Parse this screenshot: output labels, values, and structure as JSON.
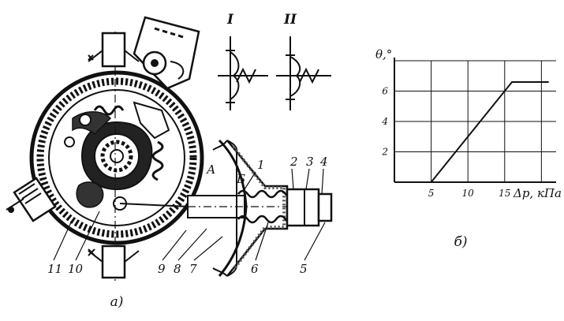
{
  "figure_a": {
    "caption": "а)",
    "positions": [
      "I",
      "II"
    ],
    "zone_labels": {
      "a": "А",
      "b": "Б"
    },
    "part_numbers": {
      "p1": "1",
      "p2": "2",
      "p3": "3",
      "p4": "4",
      "p5": "5",
      "p6": "6",
      "p7": "7",
      "p8": "8",
      "p9": "9",
      "p10": "10",
      "p11": "11"
    }
  },
  "figure_b": {
    "caption": "б)",
    "chart_data": {
      "type": "line",
      "ylabel": "θ,°",
      "xlabel": "Δp, кПа",
      "x_ticks": [
        "5",
        "10",
        "15"
      ],
      "y_ticks": [
        "2",
        "4",
        "6"
      ],
      "xlim": [
        0,
        22
      ],
      "ylim": [
        0,
        8
      ],
      "grid": true,
      "series": [
        {
          "x": [
            5,
            16,
            21
          ],
          "y": [
            0,
            6.6,
            6.6
          ]
        }
      ]
    }
  }
}
